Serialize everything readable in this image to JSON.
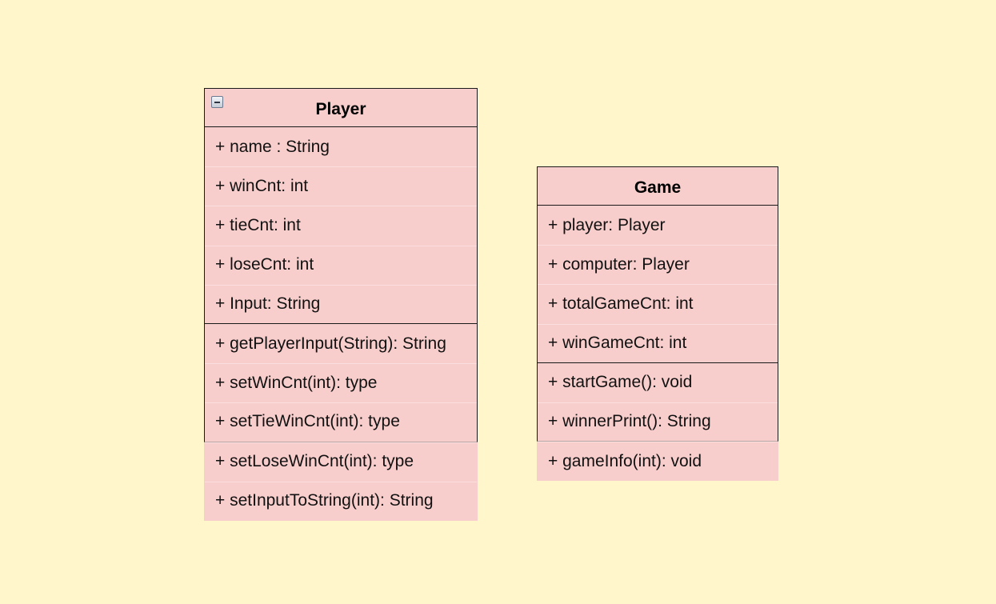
{
  "player": {
    "title": "Player",
    "attributes": [
      "+ name : String",
      "+ winCnt: int",
      "+ tieCnt: int",
      "+ loseCnt: int",
      "+ Input: String"
    ],
    "methods": [
      "+ getPlayerInput(String): String",
      "+ setWinCnt(int): type",
      "+ setTieWinCnt(int): type",
      "+ setLoseWinCnt(int): type",
      "+ setInputToString(int): String"
    ]
  },
  "game": {
    "title": "Game",
    "attributes": [
      "+ player: Player",
      "+ computer: Player",
      "+ totalGameCnt: int",
      "+ winGameCnt: int"
    ],
    "methods": [
      "+ startGame(): void",
      "+ winnerPrint(): String",
      "+ gameInfo(int): void"
    ]
  },
  "colors": {
    "background": "#fff6cc",
    "class_fill": "#f8cecc",
    "stroke": "#1a1a1a"
  },
  "icons": {
    "collapse": "collapse-minus-icon"
  }
}
